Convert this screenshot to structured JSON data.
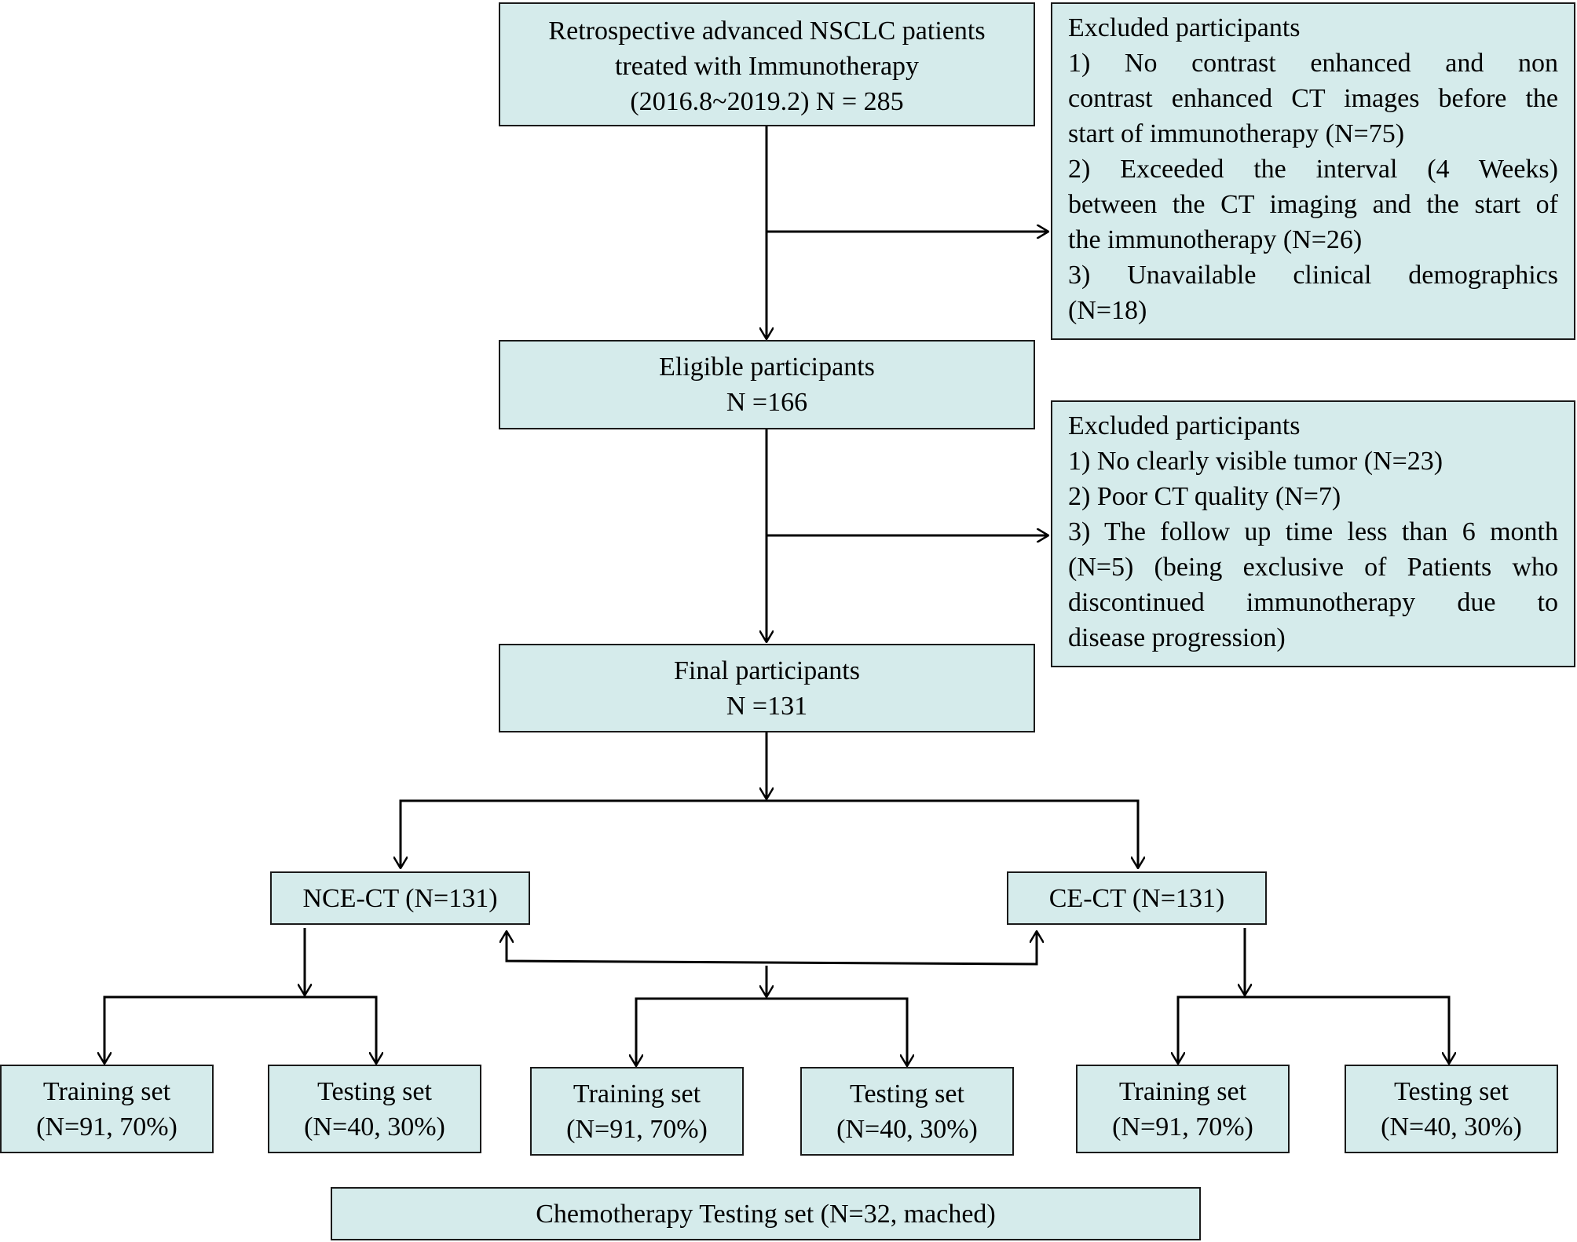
{
  "start_box": {
    "line1": "Retrospective advanced NSCLC patients",
    "line2": "treated with Immunotherapy",
    "line3": "(2016.8~2019.2) N = 285"
  },
  "exclusion1": {
    "title": "Excluded participants",
    "lines": [
      "1)  No contrast enhanced and non",
      "contrast enhanced CT images before the",
      "start of immunotherapy (N=75)",
      "2) Exceeded the interval (4 Weeks)",
      "between the CT imaging and the start of",
      "the immunotherapy (N=26)",
      "3) Unavailable clinical demographics",
      "(N=18)"
    ]
  },
  "eligible_box": {
    "line1": "Eligible participants",
    "line2": "N =166"
  },
  "exclusion2": {
    "title": "Excluded participants",
    "lines": [
      "1) No  clearly visible tumor (N=23)",
      "2) Poor CT quality (N=7)",
      "3)  The follow up time less than 6 month",
      "(N=5) (being exclusive of Patients who",
      "discontinued immunotherapy due to",
      "disease progression)"
    ]
  },
  "final_box": {
    "line1": "Final participants",
    "line2": "N =131"
  },
  "nce_box": {
    "label": "NCE-CT (N=131)"
  },
  "ce_box": {
    "label": "CE-CT (N=131)"
  },
  "sets": [
    {
      "line1": "Training set",
      "line2": "(N=91, 70%)"
    },
    {
      "line1": "Testing set",
      "line2": "(N=40, 30%)"
    },
    {
      "line1": "Training set",
      "line2": "(N=91, 70%)"
    },
    {
      "line1": "Testing set",
      "line2": "(N=40, 30%)"
    },
    {
      "line1": "Training set",
      "line2": "(N=91, 70%)"
    },
    {
      "line1": "Testing set",
      "line2": "(N=40, 30%)"
    }
  ],
  "chemo_box": {
    "label": "Chemotherapy Testing set (N=32, mached)"
  }
}
